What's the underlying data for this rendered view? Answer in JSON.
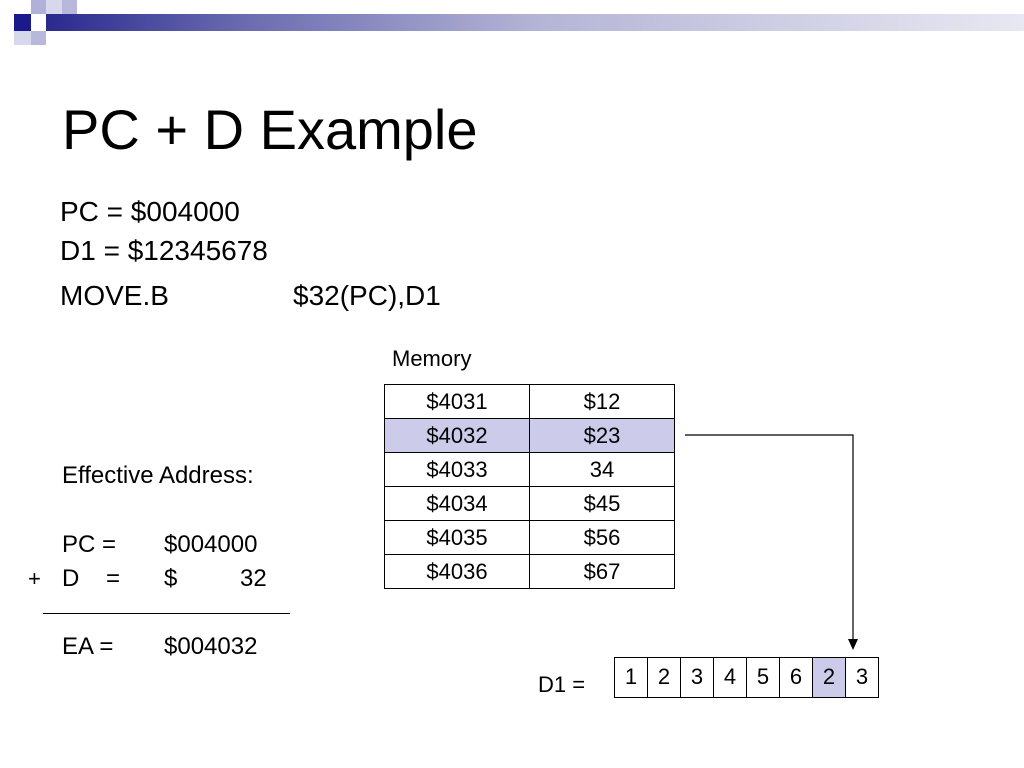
{
  "slide": {
    "title": "PC + D Example",
    "code_lines": [
      "PC = $004000",
      "D1 = $12345678"
    ],
    "instruction": {
      "mnemonic": "MOVE.B",
      "operands": "$32(PC),D1"
    }
  },
  "effective_address": {
    "heading": "Effective Address:",
    "pc_label": "PC =",
    "pc_value": "$004000",
    "plus_sign": "+",
    "d_label": "D",
    "d_equals": "=",
    "d_dollar": "$",
    "d_value": "32",
    "ea_label": "EA =",
    "ea_value": "$004032"
  },
  "memory": {
    "label": "Memory",
    "rows": [
      {
        "address": "$4031",
        "value": "$12",
        "highlighted": false
      },
      {
        "address": "$4032",
        "value": "$23",
        "highlighted": true
      },
      {
        "address": "$4033",
        "value": "34",
        "highlighted": false
      },
      {
        "address": "$4034",
        "value": "$45",
        "highlighted": false
      },
      {
        "address": "$4035",
        "value": "$56",
        "highlighted": false
      },
      {
        "address": "$4036",
        "value": "$67",
        "highlighted": false
      }
    ]
  },
  "register": {
    "label": "D1 =",
    "digits": [
      "1",
      "2",
      "3",
      "4",
      "5",
      "6",
      "2",
      "3"
    ],
    "highlighted_indices": [
      6
    ]
  },
  "colors": {
    "highlight": "#ccccea",
    "header_dark": "#1a1a8c",
    "header_light": "#d8d8ea"
  }
}
